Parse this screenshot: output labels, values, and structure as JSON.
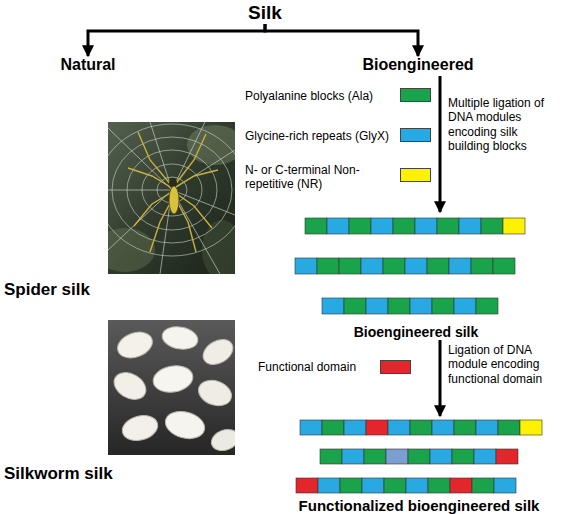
{
  "diagram": {
    "nodes": [
      {
        "text": [
          "Silk"
        ]
      },
      {
        "text": [
          "Natural"
        ]
      },
      {
        "text": [
          "Bioengineered"
        ]
      },
      {
        "text": [
          "Bioengineered silk"
        ]
      },
      {
        "text": [
          "Functionalized bioengineered silk"
        ]
      }
    ],
    "edges": [
      {
        "from": 0,
        "to": 1,
        "arrow": "to"
      },
      {
        "from": 0,
        "to": 2,
        "arrow": "to"
      },
      {
        "from": 2,
        "to": 3,
        "arrow": "to",
        "label": "Multiple ligation of DNA modules encoding silk building blocks"
      },
      {
        "from": 3,
        "to": 4,
        "arrow": "to",
        "label": "Ligation of DNA module encoding functional domain"
      }
    ],
    "labels": [
      "Spider silk",
      "Silkworm silk"
    ],
    "legend": [
      {
        "text": "Polyalanine blocks (Ala)",
        "color": "#1ba34b"
      },
      {
        "text": "Glycine-rich repeats (GlyX)",
        "color": "#29a9e1"
      },
      {
        "text": "N- or C-terminal Non-repetitive (NR)",
        "color": "#fff200"
      },
      {
        "text": "Functional domain",
        "color": "#e3262b"
      }
    ]
  }
}
